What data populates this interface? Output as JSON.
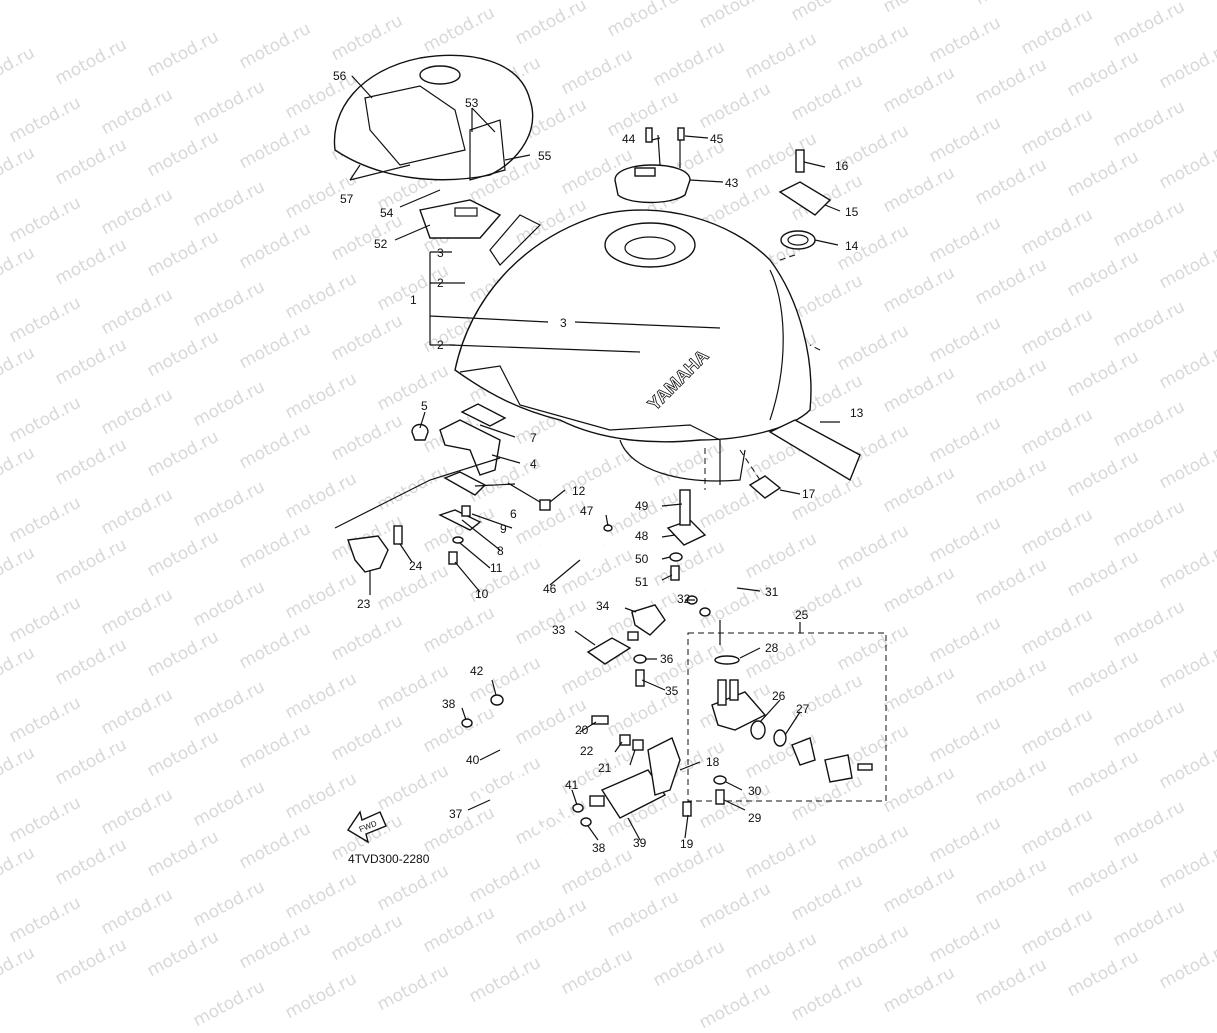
{
  "watermark": "motod.ru",
  "diagram_code": "4TVD300-2280",
  "fwd_label": "FWD",
  "tank_brand": "YAMAHA",
  "labels": {
    "l1": "1",
    "l2a": "2",
    "l2b": "2",
    "l3a": "3",
    "l3b": "3",
    "l4": "4",
    "l5": "5",
    "l6": "6",
    "l7": "7",
    "l8": "8",
    "l9": "9",
    "l10": "10",
    "l11": "11",
    "l12": "12",
    "l13": "13",
    "l14": "14",
    "l15": "15",
    "l16": "16",
    "l17": "17",
    "l18": "18",
    "l19": "19",
    "l20": "20",
    "l21": "21",
    "l22": "22",
    "l23": "23",
    "l24": "24",
    "l25": "25",
    "l26": "26",
    "l27": "27",
    "l28": "28",
    "l29": "29",
    "l30": "30",
    "l31": "31",
    "l32": "32",
    "l33": "33",
    "l34": "34",
    "l35": "35",
    "l36": "36",
    "l37": "37",
    "l38a": "38",
    "l38b": "38",
    "l39": "39",
    "l40": "40",
    "l41": "41",
    "l42": "42",
    "l43": "43",
    "l44": "44",
    "l45": "45",
    "l46": "46",
    "l47": "47",
    "l48": "48",
    "l49": "49",
    "l50": "50",
    "l51": "51",
    "l52": "52",
    "l53": "53",
    "l54": "54",
    "l55": "55",
    "l56": "56",
    "l57": "57"
  }
}
